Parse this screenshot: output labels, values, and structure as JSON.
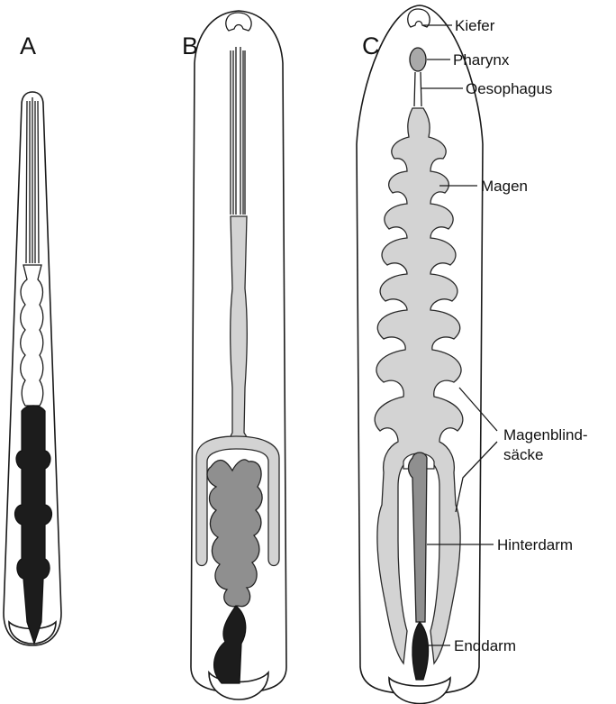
{
  "panels": [
    {
      "letter": "A"
    },
    {
      "letter": "B"
    },
    {
      "letter": "C"
    }
  ],
  "labels": {
    "kiefer": "Kiefer",
    "pharynx": "Pharynx",
    "oesophagus": "Oesophagus",
    "magen": "Magen",
    "magenblind_1": "Magenblind-",
    "magenblind_2": "säcke",
    "hinterdarm": "Hinterdarm",
    "enddarm": "Enddarm"
  },
  "colors": {
    "outline": "#1a1a1a",
    "stomach": "#d3d3d3",
    "hindgut": "#8f8f8f",
    "rectum": "#1c1c1c"
  }
}
